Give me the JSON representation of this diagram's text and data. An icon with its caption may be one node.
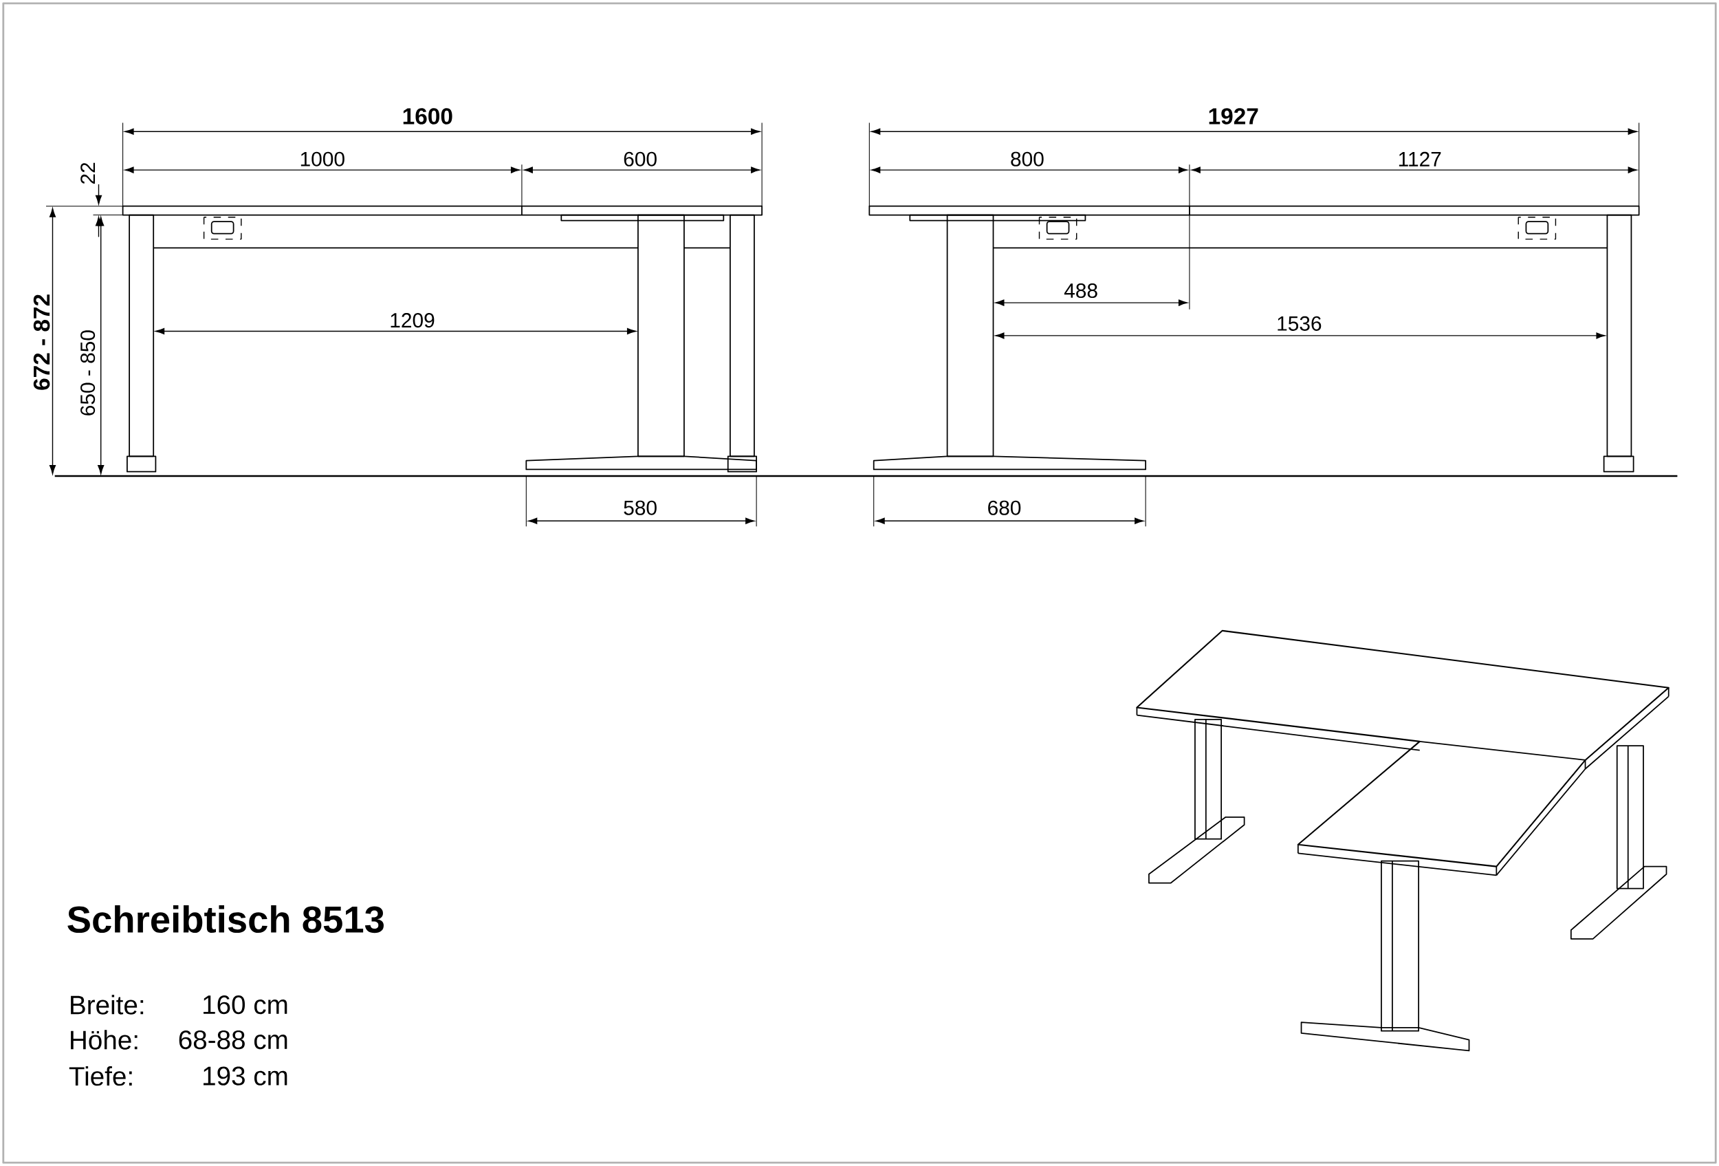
{
  "diagram": {
    "title": "Schreibtisch 8513",
    "labels": [
      "1600",
      "1927",
      "22",
      "1000",
      "600",
      "800",
      "1127",
      "672 - 872",
      "650 - 850",
      "488",
      "1209",
      "1536",
      "580",
      "680",
      "Breite:",
      "160 cm",
      "Höhe:",
      "68-88 cm",
      "Tiefe:",
      "193 cm"
    ]
  }
}
